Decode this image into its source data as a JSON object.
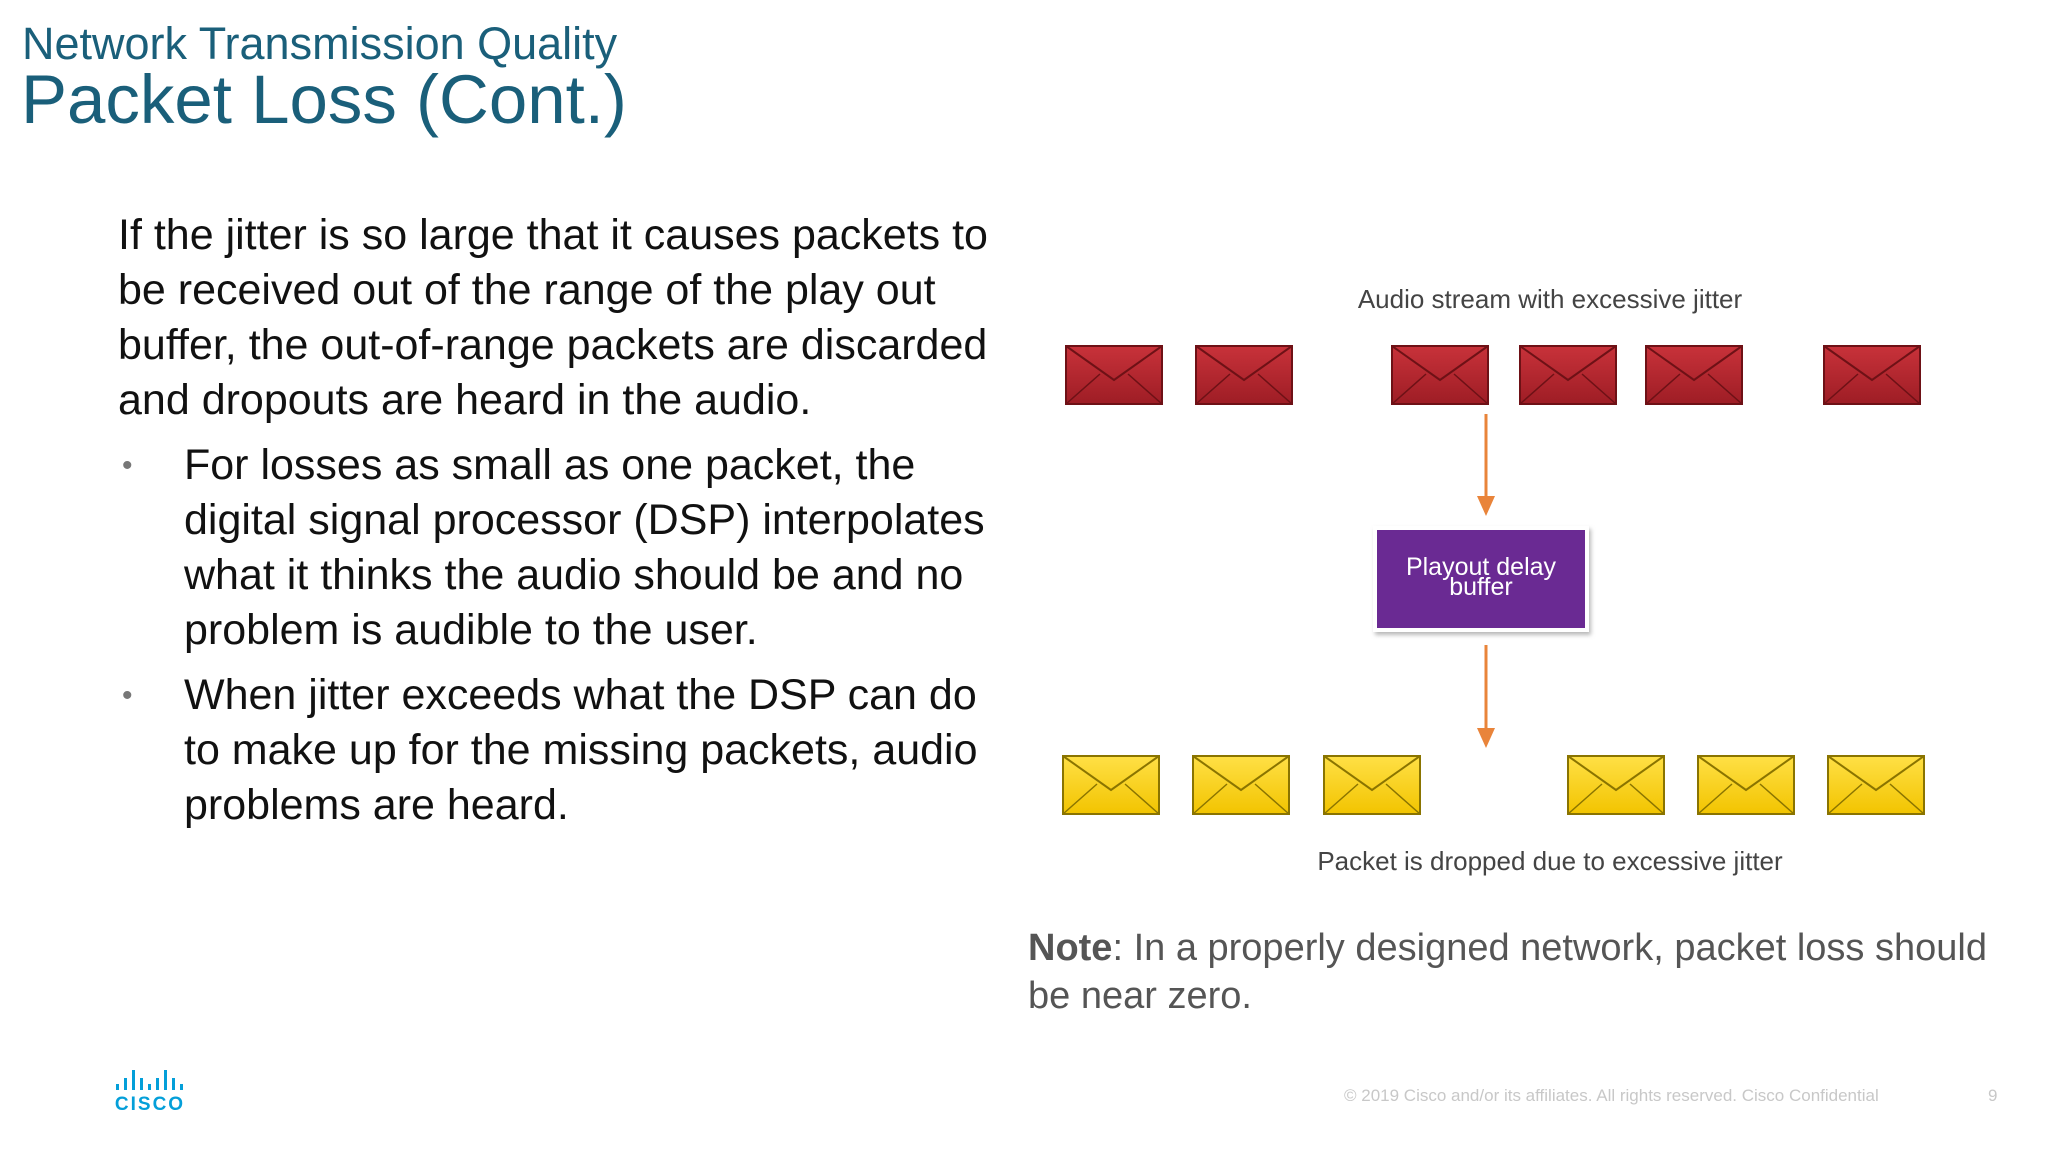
{
  "slide": {
    "subtitle": "Network Transmission Quality",
    "title": "Packet Loss (Cont.)",
    "intro": "If the jitter is so large that it causes packets to be received out of the range of the play out buffer, the out-of-range packets are discarded and dropouts are heard in the audio.",
    "bullets": [
      "For losses as small as one packet, the digital signal processor (DSP) interpolates what it thinks the audio should be and no problem is audible to the user.",
      "When jitter exceeds what the DSP can do to make up for the missing packets, audio problems are heard."
    ],
    "bullet_glyph": "•"
  },
  "diagram": {
    "top_label": "Audio stream with excessive jitter",
    "box_label_line1": "Playout delay",
    "box_label_line2": "buffer",
    "bottom_label": "Packet is dropped due to excessive jitter",
    "colors": {
      "red_packet": "#b3262e",
      "yellow_packet": "#f6d21a",
      "arrow": "#e9843a",
      "box": "#6a2a93"
    }
  },
  "note": {
    "bold": "Note",
    "text": ": In a properly designed network, packet loss should be near zero."
  },
  "footer": {
    "logo_text": "CISCO",
    "copyright": "© 2019  Cisco and/or its affiliates. All rights reserved.   Cisco Confidential",
    "page": "9"
  }
}
